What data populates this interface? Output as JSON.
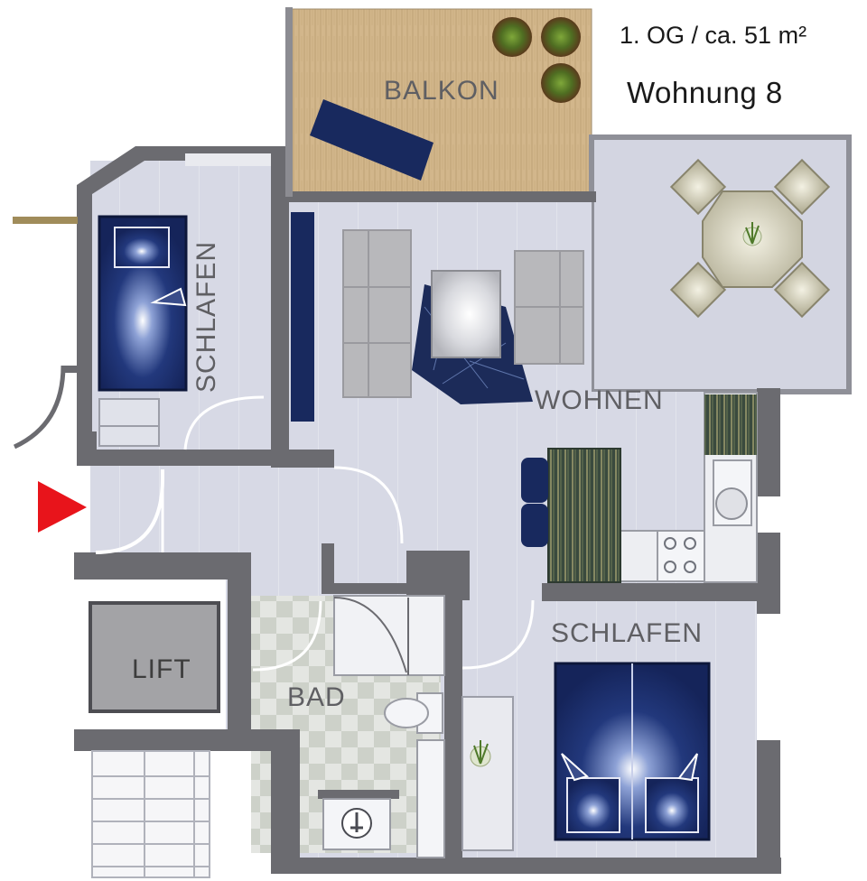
{
  "header": {
    "floor_area": "1. OG / ca. 51 m²",
    "unit_title": "Wohnung  8"
  },
  "rooms": {
    "balkon": "BALKON",
    "wohnen": "WOHNEN",
    "schlafen_small": "SCHLAFEN",
    "schlafen_large": "SCHLAFEN",
    "bad": "BAD",
    "lift": "LIFT"
  },
  "colors": {
    "wall": "#6b6b70",
    "floor": "#d6d8e4",
    "balcony_wood": "#cfb286",
    "terrace": "#d2d4e0",
    "bed_navy": "#18295e",
    "entrance_arrow": "#e8141b",
    "furniture_grey": "#b6b6b9",
    "dining_beige": "#bdb9a3"
  },
  "icons": [
    "entrance-arrow-icon",
    "plant-icon",
    "stove-icon",
    "sink-icon",
    "toilet-icon",
    "drain-icon"
  ]
}
